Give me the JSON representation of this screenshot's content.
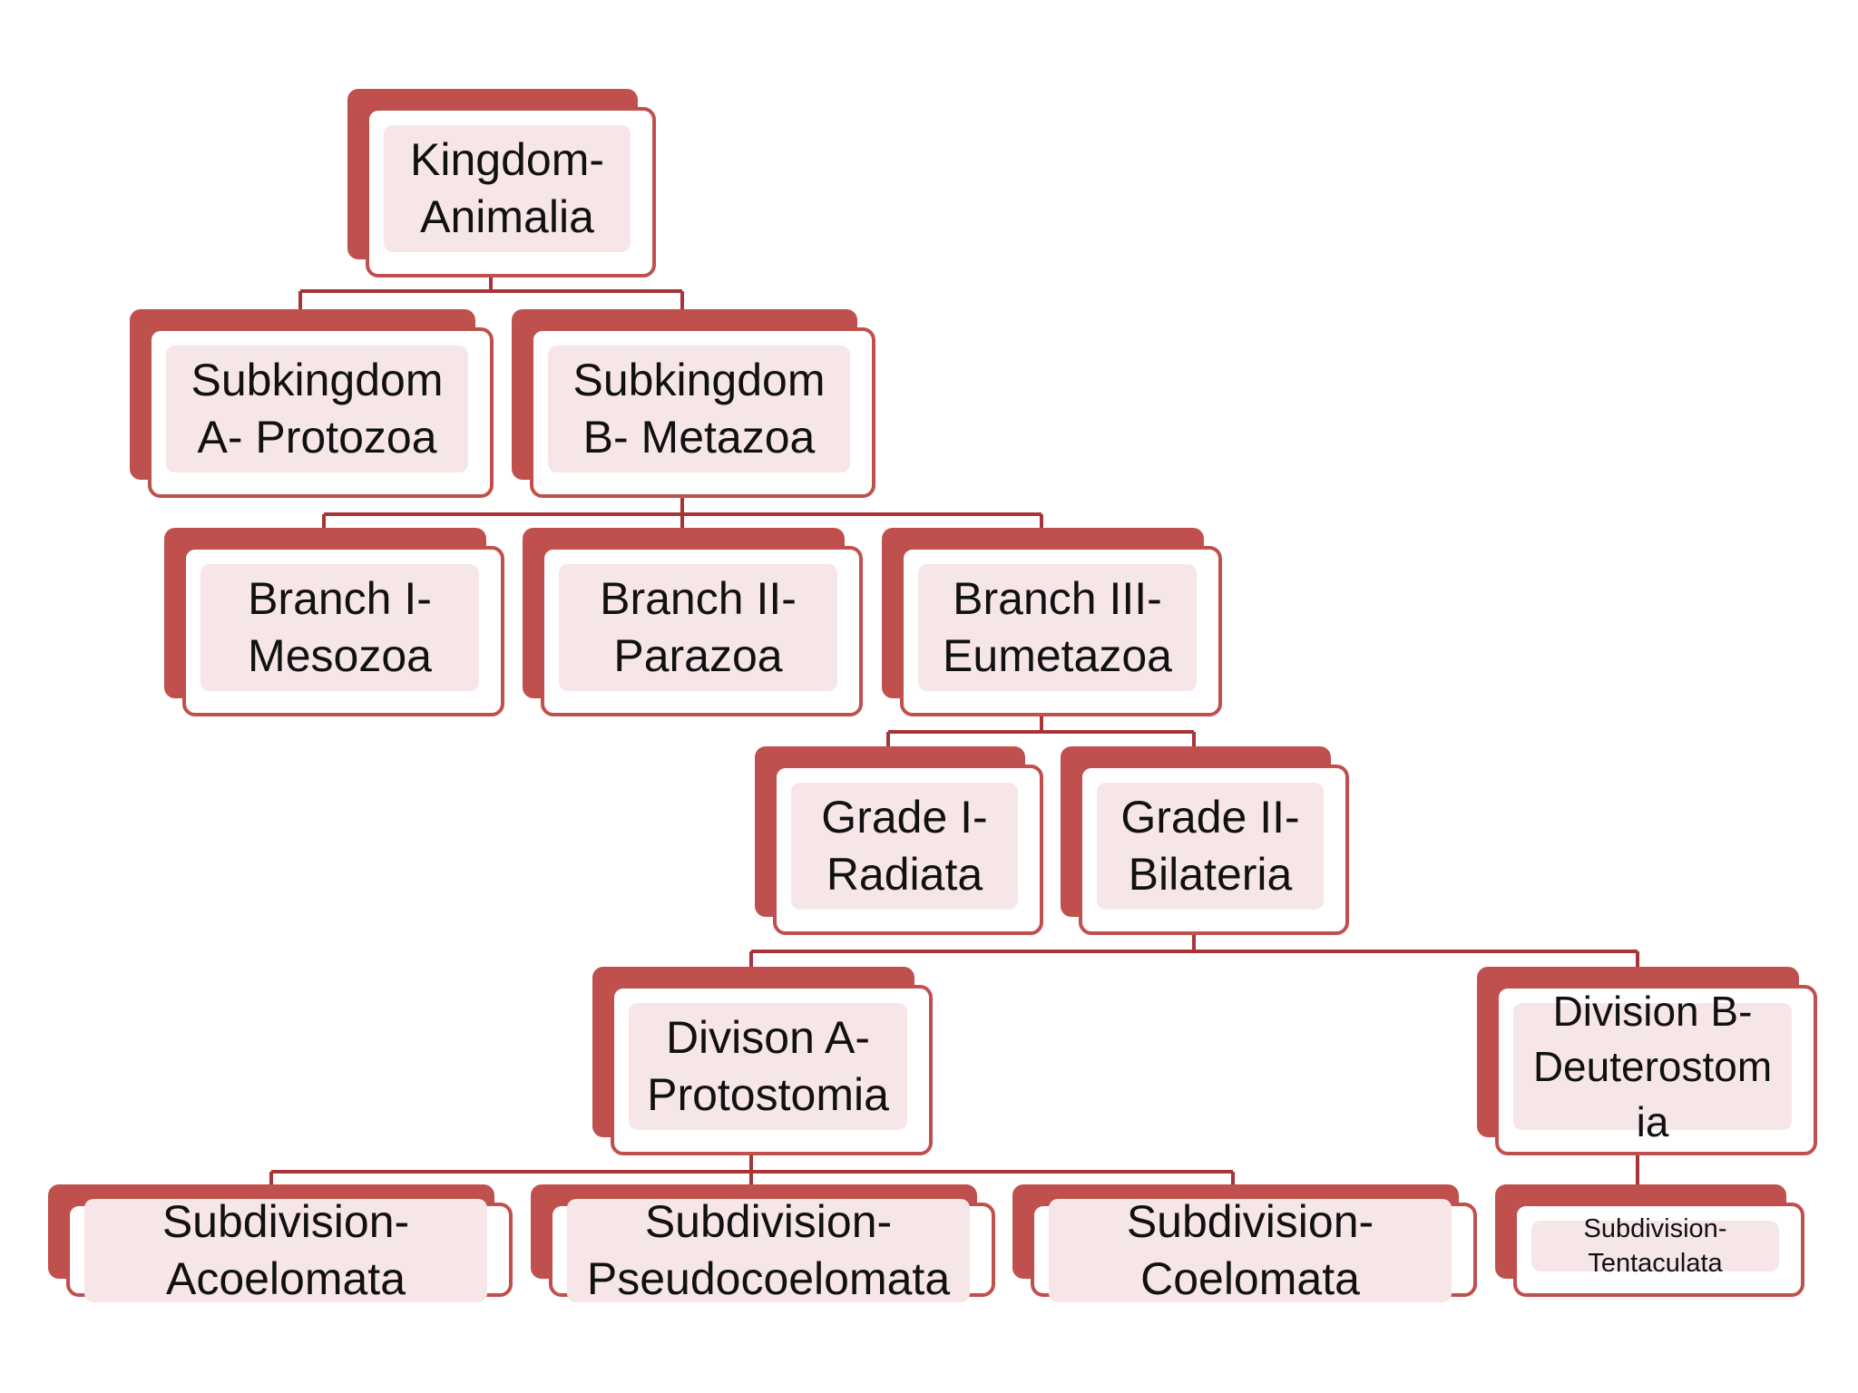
{
  "colors": {
    "box_back": "#c0504d",
    "box_border": "#c0504d",
    "box_fill": "#f7e6e7",
    "connector": "#a8343a",
    "text": "#111111"
  },
  "nodes": {
    "kingdom": "Kingdom-\nAnimalia",
    "subkingdom_a": "Subkingdom\nA- Protozoa",
    "subkingdom_b": "Subkingdom\nB- Metazoa",
    "branch_1": "Branch I-\nMesozoa",
    "branch_2": "Branch II-\nParazoa",
    "branch_3": "Branch III-\nEumetazoa",
    "grade_1": "Grade I-\nRadiata",
    "grade_2": "Grade II-\nBilateria",
    "division_a": "Divison A-\nProtostomia",
    "division_b": "Division B-\nDeuterostom\nia",
    "subdivision_acoelomata": "Subdivision-\nAcoelomata",
    "subdivision_pseudocoelomata": "Subdivision-\nPseudocoelomata",
    "subdivision_coelomata": "Subdivision-\nCoelomata",
    "subdivision_tentaculata": "Subdivision-\nTentaculata"
  }
}
